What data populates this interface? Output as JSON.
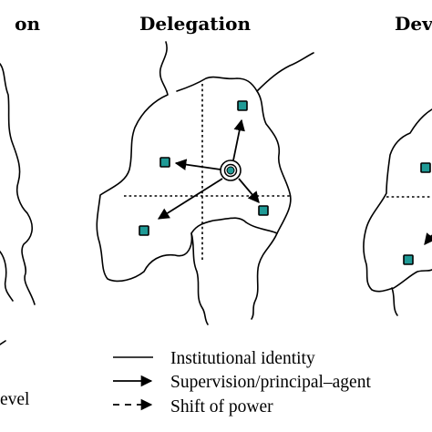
{
  "panels": {
    "left_title": "on",
    "center_title": "Delegation",
    "right_title": "Dev"
  },
  "legend": {
    "partial_left": "evel",
    "items": [
      {
        "line_style": "solid",
        "label": "Institutional identity"
      },
      {
        "line_style": "arrow",
        "label": "Supervision/principal–agent"
      },
      {
        "line_style": "dashed-arrow",
        "label": "Shift of power"
      }
    ]
  },
  "colors": {
    "unit_fill": "#1f9a96",
    "center_node_fill": "#1f9a96",
    "lines": "#000000"
  },
  "icons": {
    "center_node": "concentric-circle-icon",
    "unit": "square-unit-icon"
  }
}
